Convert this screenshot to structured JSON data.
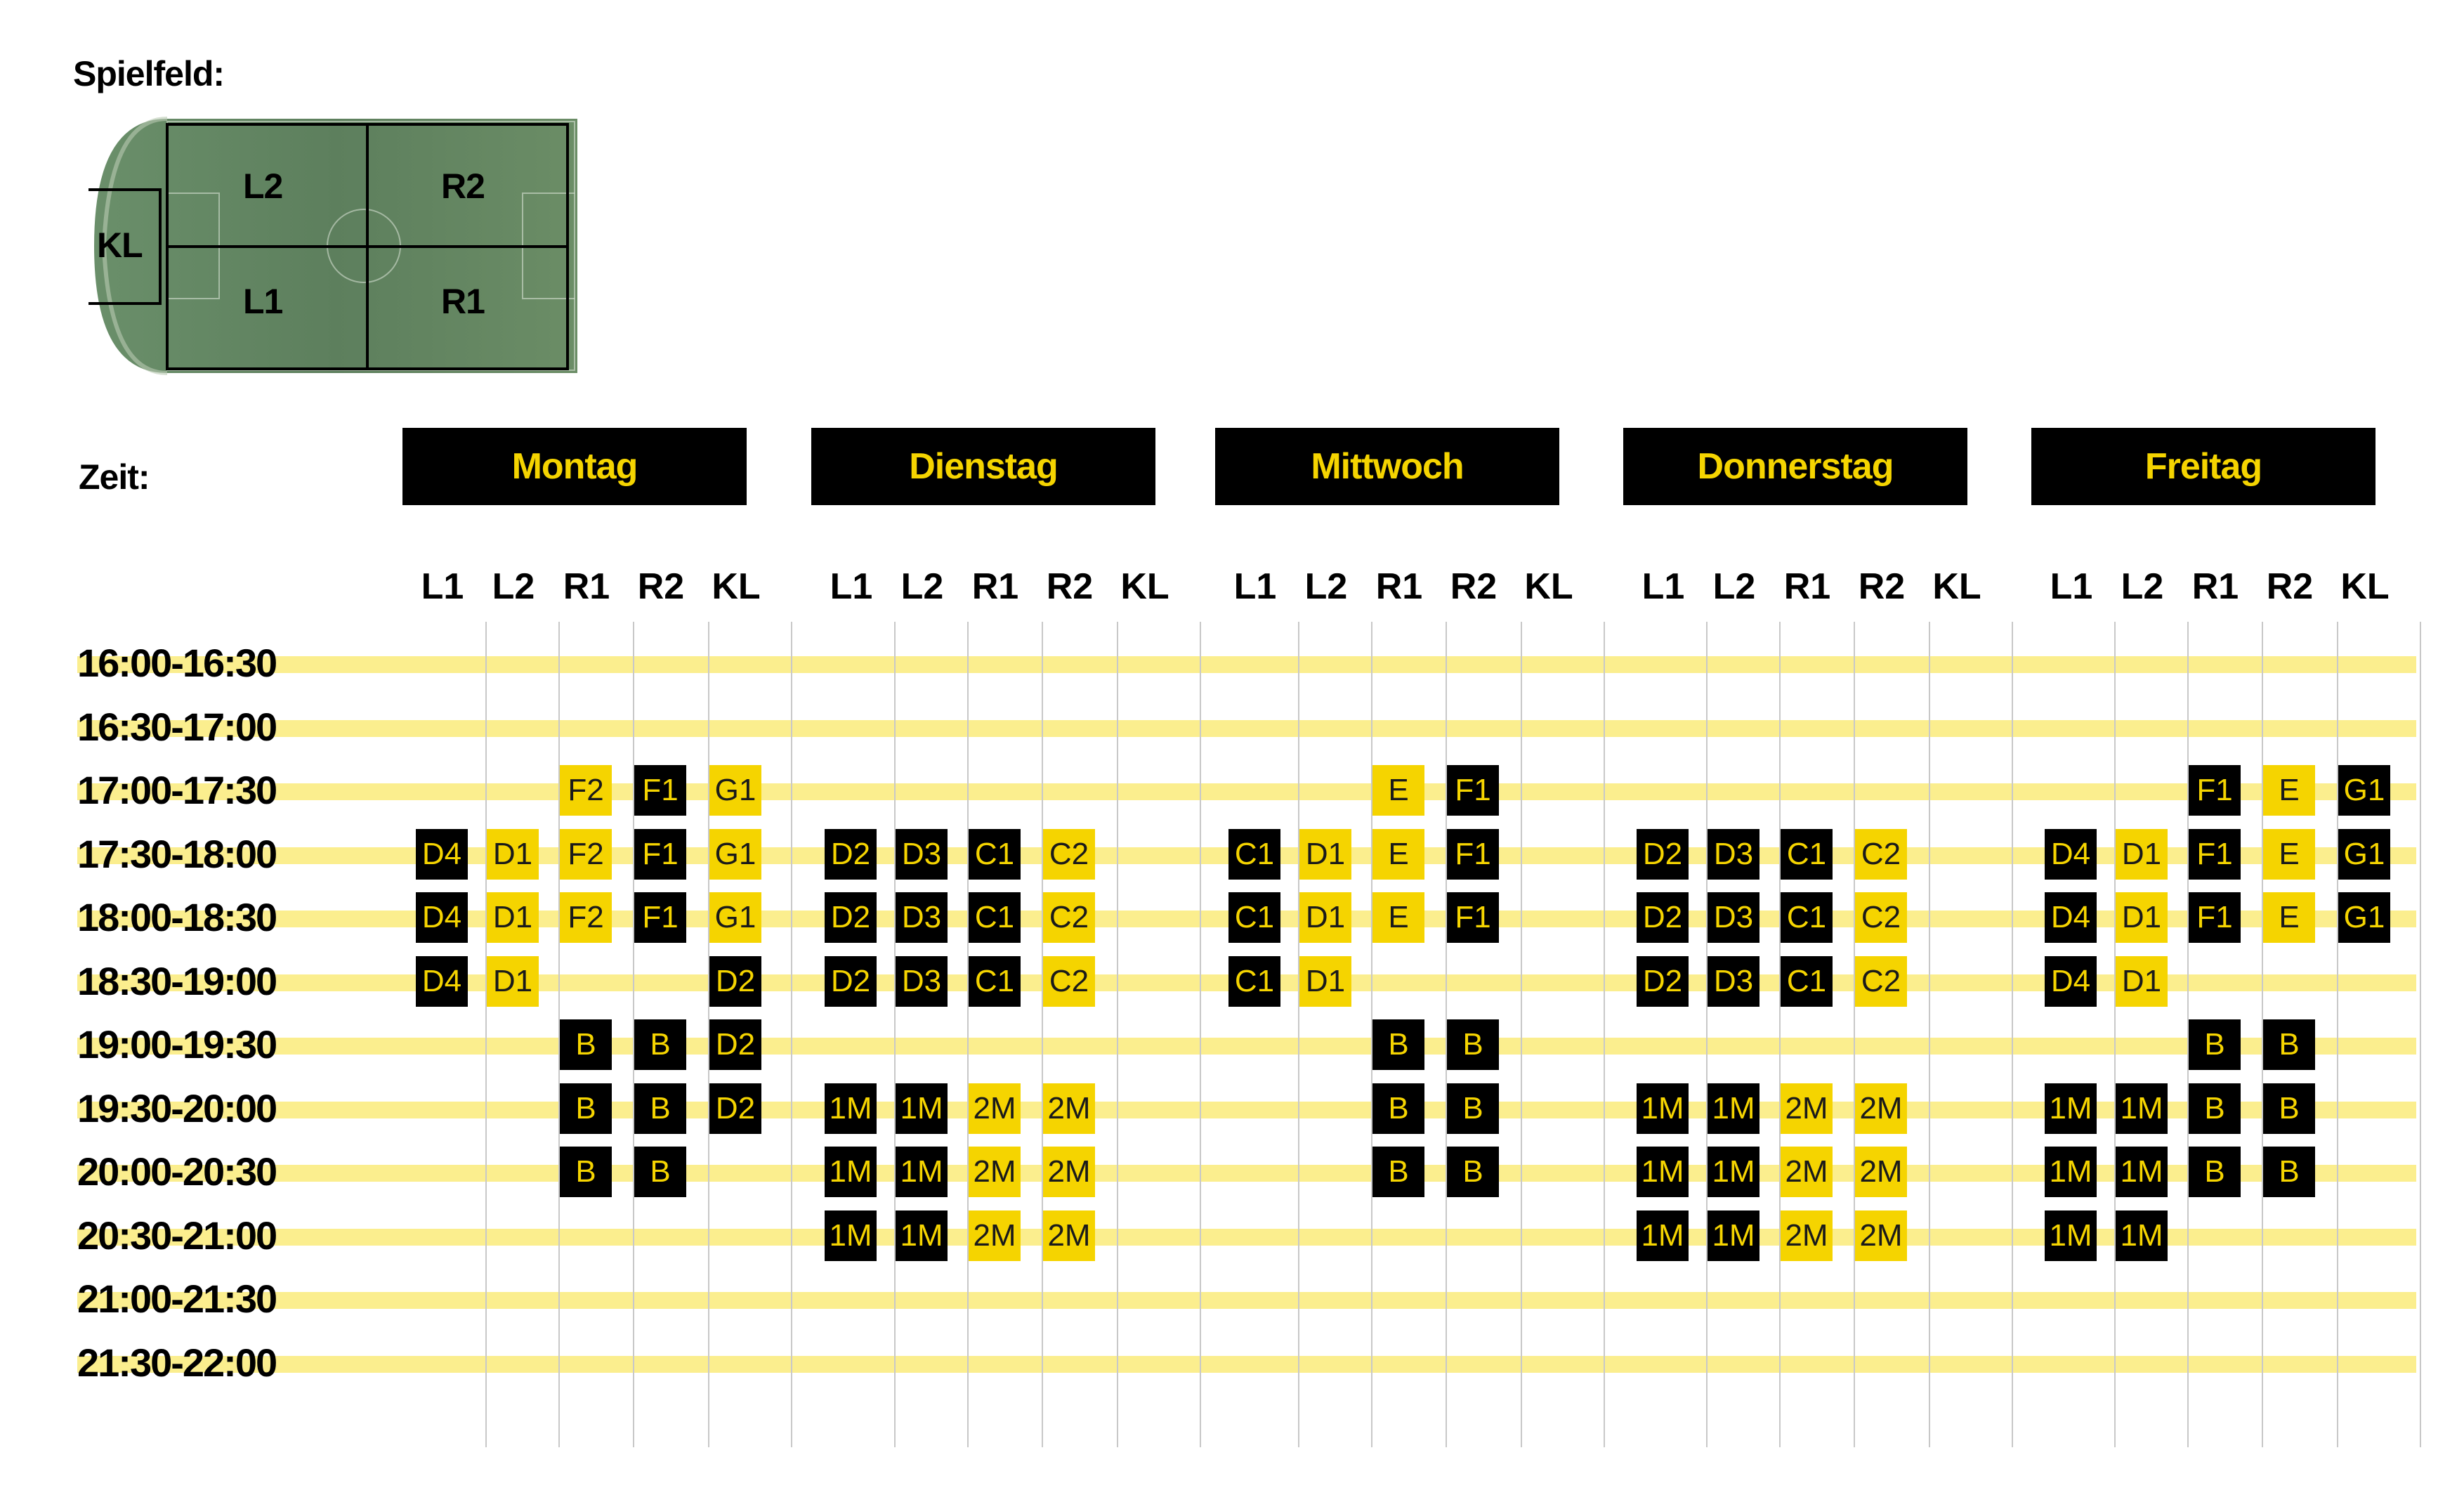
{
  "field": {
    "title": "Spielfeld:",
    "zones": [
      "L2",
      "R2",
      "L1",
      "R1",
      "KL"
    ]
  },
  "schedule": {
    "time_label": "Zeit:",
    "times": [
      "16:00-16:30",
      "16:30-17:00",
      "17:00-17:30",
      "17:30-18:00",
      "18:00-18:30",
      "18:30-19:00",
      "19:00-19:30",
      "19:30-20:00",
      "20:00-20:30",
      "20:30-21:00",
      "21:00-21:30",
      "21:30-22:00"
    ],
    "columns": [
      "L1",
      "L2",
      "R1",
      "R2",
      "KL"
    ],
    "colors": {
      "accent_yellow": "#f5d400",
      "stripe_yellow": "#fbee8e",
      "header_black": "#000000"
    },
    "days": [
      {
        "name": "Montag",
        "cells": [
          {
            "col": 2,
            "row": 2,
            "text": "F2",
            "style": "yellow"
          },
          {
            "col": 3,
            "row": 2,
            "text": "F1",
            "style": "black"
          },
          {
            "col": 4,
            "row": 2,
            "text": "G1",
            "style": "yellow"
          },
          {
            "col": 0,
            "row": 3,
            "text": "D4",
            "style": "black"
          },
          {
            "col": 1,
            "row": 3,
            "text": "D1",
            "style": "yellow"
          },
          {
            "col": 2,
            "row": 3,
            "text": "F2",
            "style": "yellow"
          },
          {
            "col": 3,
            "row": 3,
            "text": "F1",
            "style": "black"
          },
          {
            "col": 4,
            "row": 3,
            "text": "G1",
            "style": "yellow"
          },
          {
            "col": 0,
            "row": 4,
            "text": "D4",
            "style": "black"
          },
          {
            "col": 1,
            "row": 4,
            "text": "D1",
            "style": "yellow"
          },
          {
            "col": 2,
            "row": 4,
            "text": "F2",
            "style": "yellow"
          },
          {
            "col": 3,
            "row": 4,
            "text": "F1",
            "style": "black"
          },
          {
            "col": 4,
            "row": 4,
            "text": "G1",
            "style": "yellow"
          },
          {
            "col": 0,
            "row": 5,
            "text": "D4",
            "style": "black"
          },
          {
            "col": 1,
            "row": 5,
            "text": "D1",
            "style": "yellow"
          },
          {
            "col": 4,
            "row": 5,
            "text": "D2",
            "style": "black"
          },
          {
            "col": 2,
            "row": 6,
            "text": "B",
            "style": "black"
          },
          {
            "col": 3,
            "row": 6,
            "text": "B",
            "style": "black"
          },
          {
            "col": 4,
            "row": 6,
            "text": "D2",
            "style": "black"
          },
          {
            "col": 2,
            "row": 7,
            "text": "B",
            "style": "black"
          },
          {
            "col": 3,
            "row": 7,
            "text": "B",
            "style": "black"
          },
          {
            "col": 4,
            "row": 7,
            "text": "D2",
            "style": "black"
          },
          {
            "col": 2,
            "row": 8,
            "text": "B",
            "style": "black"
          },
          {
            "col": 3,
            "row": 8,
            "text": "B",
            "style": "black"
          }
        ]
      },
      {
        "name": "Dienstag",
        "cells": [
          {
            "col": 0,
            "row": 3,
            "text": "D2",
            "style": "black"
          },
          {
            "col": 1,
            "row": 3,
            "text": "D3",
            "style": "black"
          },
          {
            "col": 2,
            "row": 3,
            "text": "C1",
            "style": "black"
          },
          {
            "col": 3,
            "row": 3,
            "text": "C2",
            "style": "yellow"
          },
          {
            "col": 0,
            "row": 4,
            "text": "D2",
            "style": "black"
          },
          {
            "col": 1,
            "row": 4,
            "text": "D3",
            "style": "black"
          },
          {
            "col": 2,
            "row": 4,
            "text": "C1",
            "style": "black"
          },
          {
            "col": 3,
            "row": 4,
            "text": "C2",
            "style": "yellow"
          },
          {
            "col": 0,
            "row": 5,
            "text": "D2",
            "style": "black"
          },
          {
            "col": 1,
            "row": 5,
            "text": "D3",
            "style": "black"
          },
          {
            "col": 2,
            "row": 5,
            "text": "C1",
            "style": "black"
          },
          {
            "col": 3,
            "row": 5,
            "text": "C2",
            "style": "yellow"
          },
          {
            "col": 0,
            "row": 7,
            "text": "1M",
            "style": "black"
          },
          {
            "col": 1,
            "row": 7,
            "text": "1M",
            "style": "black"
          },
          {
            "col": 2,
            "row": 7,
            "text": "2M",
            "style": "yellow"
          },
          {
            "col": 3,
            "row": 7,
            "text": "2M",
            "style": "yellow"
          },
          {
            "col": 0,
            "row": 8,
            "text": "1M",
            "style": "black"
          },
          {
            "col": 1,
            "row": 8,
            "text": "1M",
            "style": "black"
          },
          {
            "col": 2,
            "row": 8,
            "text": "2M",
            "style": "yellow"
          },
          {
            "col": 3,
            "row": 8,
            "text": "2M",
            "style": "yellow"
          },
          {
            "col": 0,
            "row": 9,
            "text": "1M",
            "style": "black"
          },
          {
            "col": 1,
            "row": 9,
            "text": "1M",
            "style": "black"
          },
          {
            "col": 2,
            "row": 9,
            "text": "2M",
            "style": "yellow"
          },
          {
            "col": 3,
            "row": 9,
            "text": "2M",
            "style": "yellow"
          }
        ]
      },
      {
        "name": "Mittwoch",
        "cells": [
          {
            "col": 2,
            "row": 2,
            "text": "E",
            "style": "yellow"
          },
          {
            "col": 3,
            "row": 2,
            "text": "F1",
            "style": "black"
          },
          {
            "col": 0,
            "row": 3,
            "text": "C1",
            "style": "black"
          },
          {
            "col": 1,
            "row": 3,
            "text": "D1",
            "style": "yellow"
          },
          {
            "col": 2,
            "row": 3,
            "text": "E",
            "style": "yellow"
          },
          {
            "col": 3,
            "row": 3,
            "text": "F1",
            "style": "black"
          },
          {
            "col": 0,
            "row": 4,
            "text": "C1",
            "style": "black"
          },
          {
            "col": 1,
            "row": 4,
            "text": "D1",
            "style": "yellow"
          },
          {
            "col": 2,
            "row": 4,
            "text": "E",
            "style": "yellow"
          },
          {
            "col": 3,
            "row": 4,
            "text": "F1",
            "style": "black"
          },
          {
            "col": 0,
            "row": 5,
            "text": "C1",
            "style": "black"
          },
          {
            "col": 1,
            "row": 5,
            "text": "D1",
            "style": "yellow"
          },
          {
            "col": 2,
            "row": 6,
            "text": "B",
            "style": "black"
          },
          {
            "col": 3,
            "row": 6,
            "text": "B",
            "style": "black"
          },
          {
            "col": 2,
            "row": 7,
            "text": "B",
            "style": "black"
          },
          {
            "col": 3,
            "row": 7,
            "text": "B",
            "style": "black"
          },
          {
            "col": 2,
            "row": 8,
            "text": "B",
            "style": "black"
          },
          {
            "col": 3,
            "row": 8,
            "text": "B",
            "style": "black"
          }
        ]
      },
      {
        "name": "Donnerstag",
        "cells": [
          {
            "col": 0,
            "row": 3,
            "text": "D2",
            "style": "black"
          },
          {
            "col": 1,
            "row": 3,
            "text": "D3",
            "style": "black"
          },
          {
            "col": 2,
            "row": 3,
            "text": "C1",
            "style": "black"
          },
          {
            "col": 3,
            "row": 3,
            "text": "C2",
            "style": "yellow"
          },
          {
            "col": 0,
            "row": 4,
            "text": "D2",
            "style": "black"
          },
          {
            "col": 1,
            "row": 4,
            "text": "D3",
            "style": "black"
          },
          {
            "col": 2,
            "row": 4,
            "text": "C1",
            "style": "black"
          },
          {
            "col": 3,
            "row": 4,
            "text": "C2",
            "style": "yellow"
          },
          {
            "col": 0,
            "row": 5,
            "text": "D2",
            "style": "black"
          },
          {
            "col": 1,
            "row": 5,
            "text": "D3",
            "style": "black"
          },
          {
            "col": 2,
            "row": 5,
            "text": "C1",
            "style": "black"
          },
          {
            "col": 3,
            "row": 5,
            "text": "C2",
            "style": "yellow"
          },
          {
            "col": 0,
            "row": 7,
            "text": "1M",
            "style": "black"
          },
          {
            "col": 1,
            "row": 7,
            "text": "1M",
            "style": "black"
          },
          {
            "col": 2,
            "row": 7,
            "text": "2M",
            "style": "yellow"
          },
          {
            "col": 3,
            "row": 7,
            "text": "2M",
            "style": "yellow"
          },
          {
            "col": 0,
            "row": 8,
            "text": "1M",
            "style": "black"
          },
          {
            "col": 1,
            "row": 8,
            "text": "1M",
            "style": "black"
          },
          {
            "col": 2,
            "row": 8,
            "text": "2M",
            "style": "yellow"
          },
          {
            "col": 3,
            "row": 8,
            "text": "2M",
            "style": "yellow"
          },
          {
            "col": 0,
            "row": 9,
            "text": "1M",
            "style": "black"
          },
          {
            "col": 1,
            "row": 9,
            "text": "1M",
            "style": "black"
          },
          {
            "col": 2,
            "row": 9,
            "text": "2M",
            "style": "yellow"
          },
          {
            "col": 3,
            "row": 9,
            "text": "2M",
            "style": "yellow"
          }
        ]
      },
      {
        "name": "Freitag",
        "cells": [
          {
            "col": 2,
            "row": 2,
            "text": "F1",
            "style": "black"
          },
          {
            "col": 3,
            "row": 2,
            "text": "E",
            "style": "yellow"
          },
          {
            "col": 4,
            "row": 2,
            "text": "G1",
            "style": "black"
          },
          {
            "col": 0,
            "row": 3,
            "text": "D4",
            "style": "black"
          },
          {
            "col": 1,
            "row": 3,
            "text": "D1",
            "style": "yellow"
          },
          {
            "col": 2,
            "row": 3,
            "text": "F1",
            "style": "black"
          },
          {
            "col": 3,
            "row": 3,
            "text": "E",
            "style": "yellow"
          },
          {
            "col": 4,
            "row": 3,
            "text": "G1",
            "style": "black"
          },
          {
            "col": 0,
            "row": 4,
            "text": "D4",
            "style": "black"
          },
          {
            "col": 1,
            "row": 4,
            "text": "D1",
            "style": "yellow"
          },
          {
            "col": 2,
            "row": 4,
            "text": "F1",
            "style": "black"
          },
          {
            "col": 3,
            "row": 4,
            "text": "E",
            "style": "yellow"
          },
          {
            "col": 4,
            "row": 4,
            "text": "G1",
            "style": "black"
          },
          {
            "col": 0,
            "row": 5,
            "text": "D4",
            "style": "black"
          },
          {
            "col": 1,
            "row": 5,
            "text": "D1",
            "style": "yellow"
          },
          {
            "col": 2,
            "row": 6,
            "text": "B",
            "style": "black"
          },
          {
            "col": 3,
            "row": 6,
            "text": "B",
            "style": "black"
          },
          {
            "col": 0,
            "row": 7,
            "text": "1M",
            "style": "black"
          },
          {
            "col": 1,
            "row": 7,
            "text": "1M",
            "style": "black"
          },
          {
            "col": 2,
            "row": 7,
            "text": "B",
            "style": "black"
          },
          {
            "col": 3,
            "row": 7,
            "text": "B",
            "style": "black"
          },
          {
            "col": 0,
            "row": 8,
            "text": "1M",
            "style": "black"
          },
          {
            "col": 1,
            "row": 8,
            "text": "1M",
            "style": "black"
          },
          {
            "col": 2,
            "row": 8,
            "text": "B",
            "style": "black"
          },
          {
            "col": 3,
            "row": 8,
            "text": "B",
            "style": "black"
          },
          {
            "col": 0,
            "row": 9,
            "text": "1M",
            "style": "black"
          },
          {
            "col": 1,
            "row": 9,
            "text": "1M",
            "style": "black"
          }
        ]
      }
    ]
  }
}
